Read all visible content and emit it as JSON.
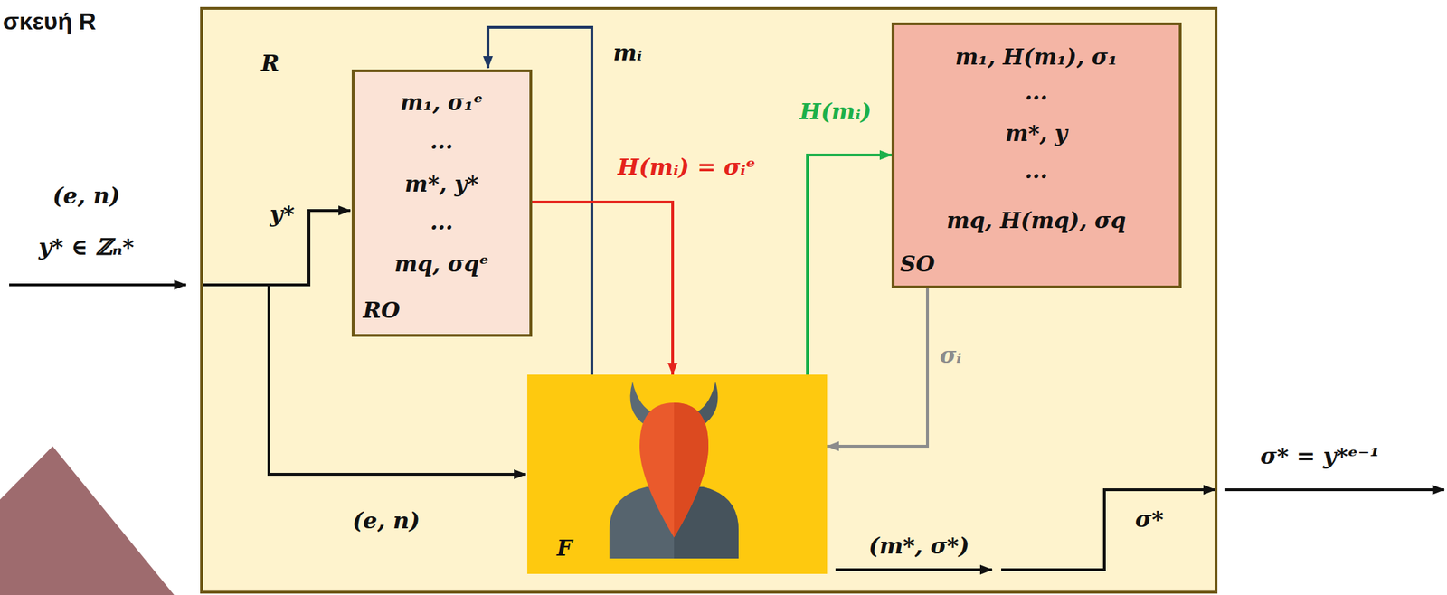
{
  "diagram": {
    "nodes": [
      {
        "text": [
          "R"
        ]
      },
      {
        "text": [
          "m₁, σ₁ᵉ",
          "...",
          "m*, y*",
          "...",
          "mq, σqᵉ",
          "RO"
        ],
        "in": 0
      },
      {
        "text": [
          "m₁, H(m₁), σ₁",
          "...",
          "m*, y",
          "...",
          "mq, H(mq), σq",
          "SO"
        ],
        "in": 0
      },
      {
        "text": [
          "F"
        ],
        "in": 0
      }
    ],
    "edges": [
      {
        "from": 3,
        "to": 1,
        "label": "mᵢ",
        "arrow": "to"
      },
      {
        "from": 1,
        "to": 3,
        "label": "H(mᵢ) = σᵢᵉ",
        "arrow": "to"
      },
      {
        "from": 3,
        "to": 2,
        "label": "H(mᵢ)",
        "arrow": "to"
      },
      {
        "from": 2,
        "to": 3,
        "label": "σᵢ",
        "arrow": "to"
      }
    ],
    "labels": [
      "σκευή R",
      "(e, n)",
      "y* ∈ ℤₙ*",
      "y*",
      "(e, n)",
      "(m*, σ*)",
      "σ*",
      "σ* = y*ᵉ⁻¹"
    ]
  }
}
